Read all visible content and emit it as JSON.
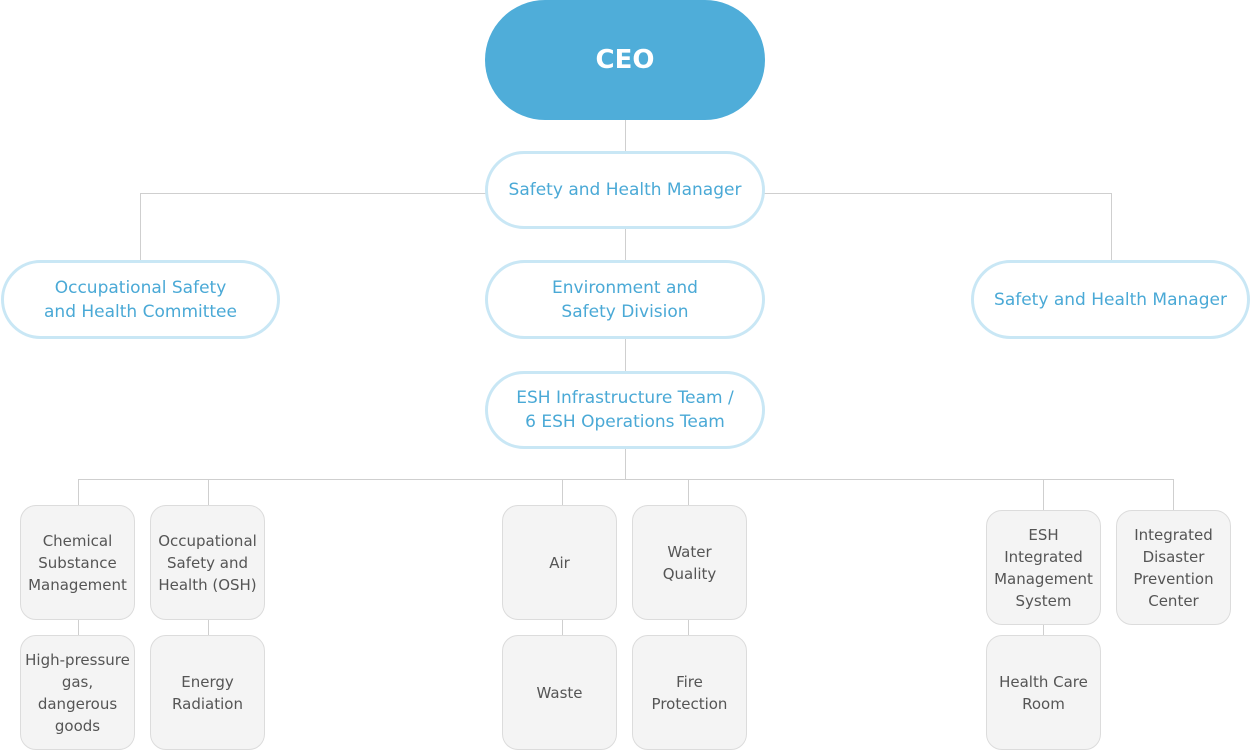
{
  "org": {
    "ceo": "CEO",
    "manager_top": "Safety and Health Manager",
    "committee": "Occupational Safety\nand Health Committee",
    "division": "Environment and\nSafety Division",
    "manager_right": "Safety and Health Manager",
    "team": "ESH Infrastructure Team /\n6  ESH Operations Team",
    "units": {
      "chemical": "Chemical\nSubstance\nManagement",
      "osh": "Occupational\nSafety and\nHealth (OSH)",
      "high_pressure": "High-pressure\ngas, dangerous\ngoods",
      "energy": "Energy\nRadiation",
      "air": "Air",
      "water": "Water\nQuality",
      "waste": "Waste",
      "fire": "Fire\nProtection",
      "esh_system": "ESH Integrated\nManagement\nSystem",
      "disaster": "Integrated\nDisaster\nPrevention\nCenter",
      "health_care": "Health Care\nRoom"
    }
  }
}
